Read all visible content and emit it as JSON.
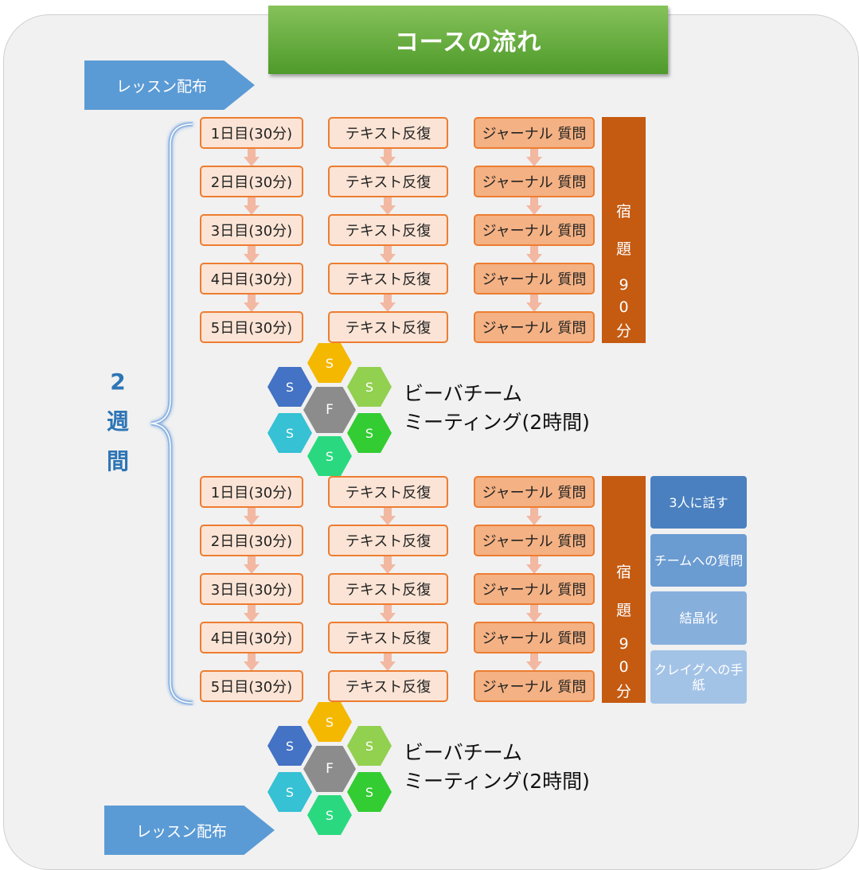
{
  "title": "コースの流れ",
  "lesson_tag": "レッスン配布",
  "two_weeks": [
    "2",
    "週",
    "間"
  ],
  "day_labels": [
    "1日目(30分)",
    "2日目(30分)",
    "3日目(30分)",
    "4日目(30分)",
    "5日目(30分)"
  ],
  "text_label": "テキスト反復",
  "journal_label": "ジャーナル 質問",
  "homework": [
    "宿",
    "題",
    "9",
    "0",
    "分"
  ],
  "meeting": {
    "line1": "ビーバチーム",
    "line2": "ミーティング(2時間)",
    "center": "F",
    "petal": "S"
  },
  "side_tasks": [
    "3人に話す",
    "チームへの質問",
    "結晶化",
    "クレイグへの手紙"
  ],
  "colors": {
    "title_green": "#5fa83a",
    "lesson_blue": "#5b9bd5",
    "cell_border": "#ed7d31",
    "cell_light": "#fbe4d5",
    "cell_dark": "#f4b183",
    "homework_bar": "#c55a11",
    "side_tasks": [
      "#4a80bf",
      "#6a9bd1",
      "#87afdc",
      "#a3c3e6"
    ],
    "hex": {
      "top": "#f5b800",
      "upper_left": "#4472c4",
      "upper_right": "#92d050",
      "center": "#8c8c8c",
      "lower_left": "#36c1d4",
      "lower_right": "#33cc33",
      "bottom": "#2ad97f"
    }
  }
}
